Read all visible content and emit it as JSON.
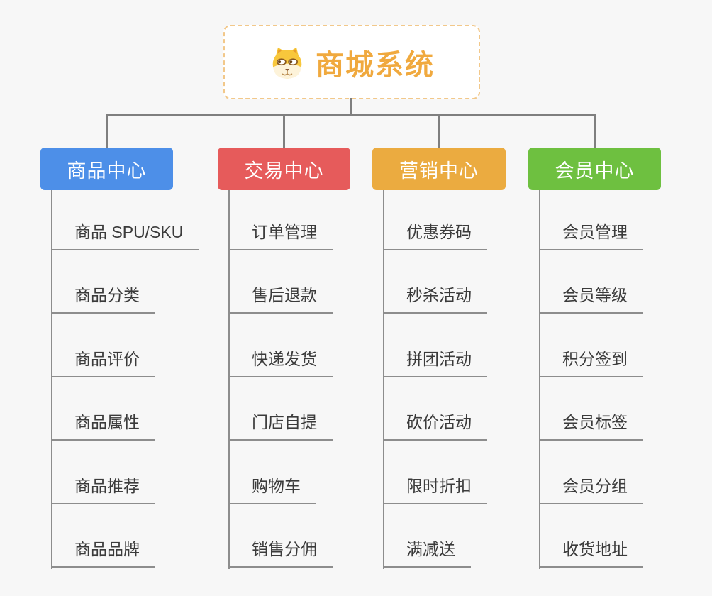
{
  "root": {
    "title": "商城系统",
    "icon": "dog-face-icon",
    "text_color": "#f0a93e",
    "border_color": "#f2c88a"
  },
  "style": {
    "background": "#f7f7f7",
    "connector_color": "#7f7f7f",
    "leaf_text_color": "#3b3b3b"
  },
  "branches": [
    {
      "label": "商品中心",
      "color": "#4d8fe8",
      "items": [
        "商品 SPU/SKU",
        "商品分类",
        "商品评价",
        "商品属性",
        "商品推荐",
        "商品品牌"
      ]
    },
    {
      "label": "交易中心",
      "color": "#e65b5b",
      "items": [
        "订单管理",
        "售后退款",
        "快递发货",
        "门店自提",
        "购物车",
        "销售分佣"
      ]
    },
    {
      "label": "营销中心",
      "color": "#ebab40",
      "items": [
        "优惠券码",
        "秒杀活动",
        "拼团活动",
        "砍价活动",
        "限时折扣",
        "满减送"
      ]
    },
    {
      "label": "会员中心",
      "color": "#6ec040",
      "items": [
        "会员管理",
        "会员等级",
        "积分签到",
        "会员标签",
        "会员分组",
        "收货地址"
      ]
    }
  ]
}
